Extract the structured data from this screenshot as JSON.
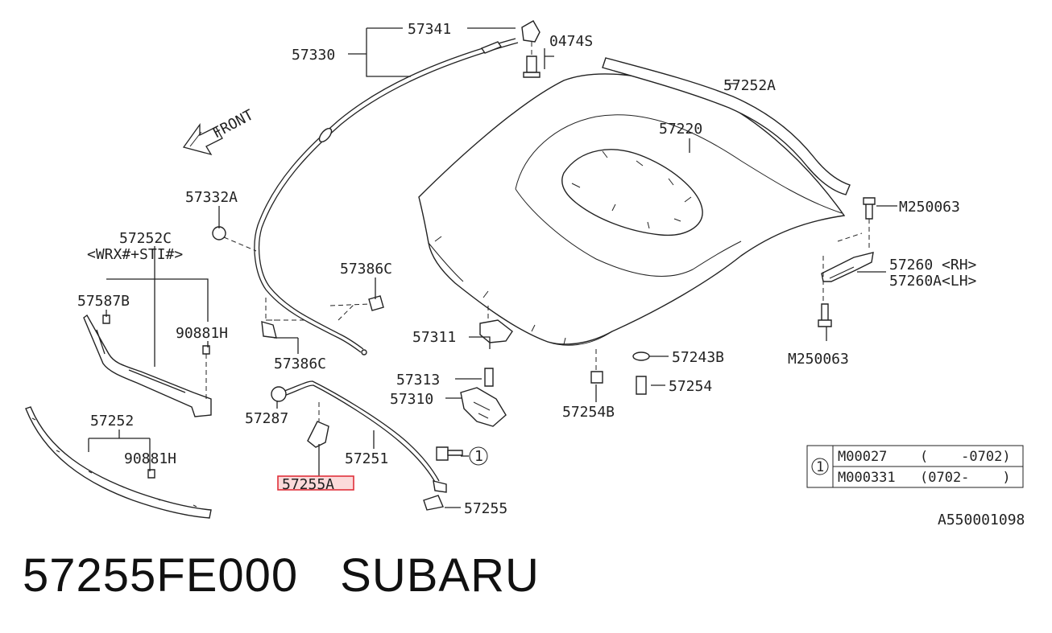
{
  "labels": {
    "p57341": "57341",
    "p0474s": "0474S",
    "p57330": "57330",
    "p57252a": "57252A",
    "front": "FRONT",
    "p57220": "57220",
    "p57332a": "57332A",
    "pm250063a": "M250063",
    "p57252c": "57252C",
    "p57252c_note": "<WRX#+STI#>",
    "p57386c_top": "57386C",
    "p57260": "57260 <RH>",
    "p57260a": "57260A<LH>",
    "p57587b": "57587B",
    "p90881h_top": "90881H",
    "p57311": "57311",
    "pm250063b": "M250063",
    "p57243b": "57243B",
    "p57386c_bot": "57386C",
    "p57313": "57313",
    "p57254": "57254",
    "p57310": "57310",
    "p57287": "57287",
    "p57254b": "57254B",
    "p57252": "57252",
    "p90881h_bot": "90881H",
    "p57251": "57251",
    "callout1": "1",
    "p57255a": "57255A",
    "p57255": "57255"
  },
  "table": {
    "marker": "1",
    "rows": [
      {
        "code": "M00027",
        "range": "(    -0702)"
      },
      {
        "code": "M000331",
        "range": "(0702-    )"
      }
    ]
  },
  "diagram_id": "A550001098",
  "footer": {
    "part_number": "57255FE000",
    "brand": "SUBARU"
  },
  "colors": {
    "highlight": "#e0303a",
    "highlight_fill": "#fbdada",
    "ink": "#222222"
  }
}
